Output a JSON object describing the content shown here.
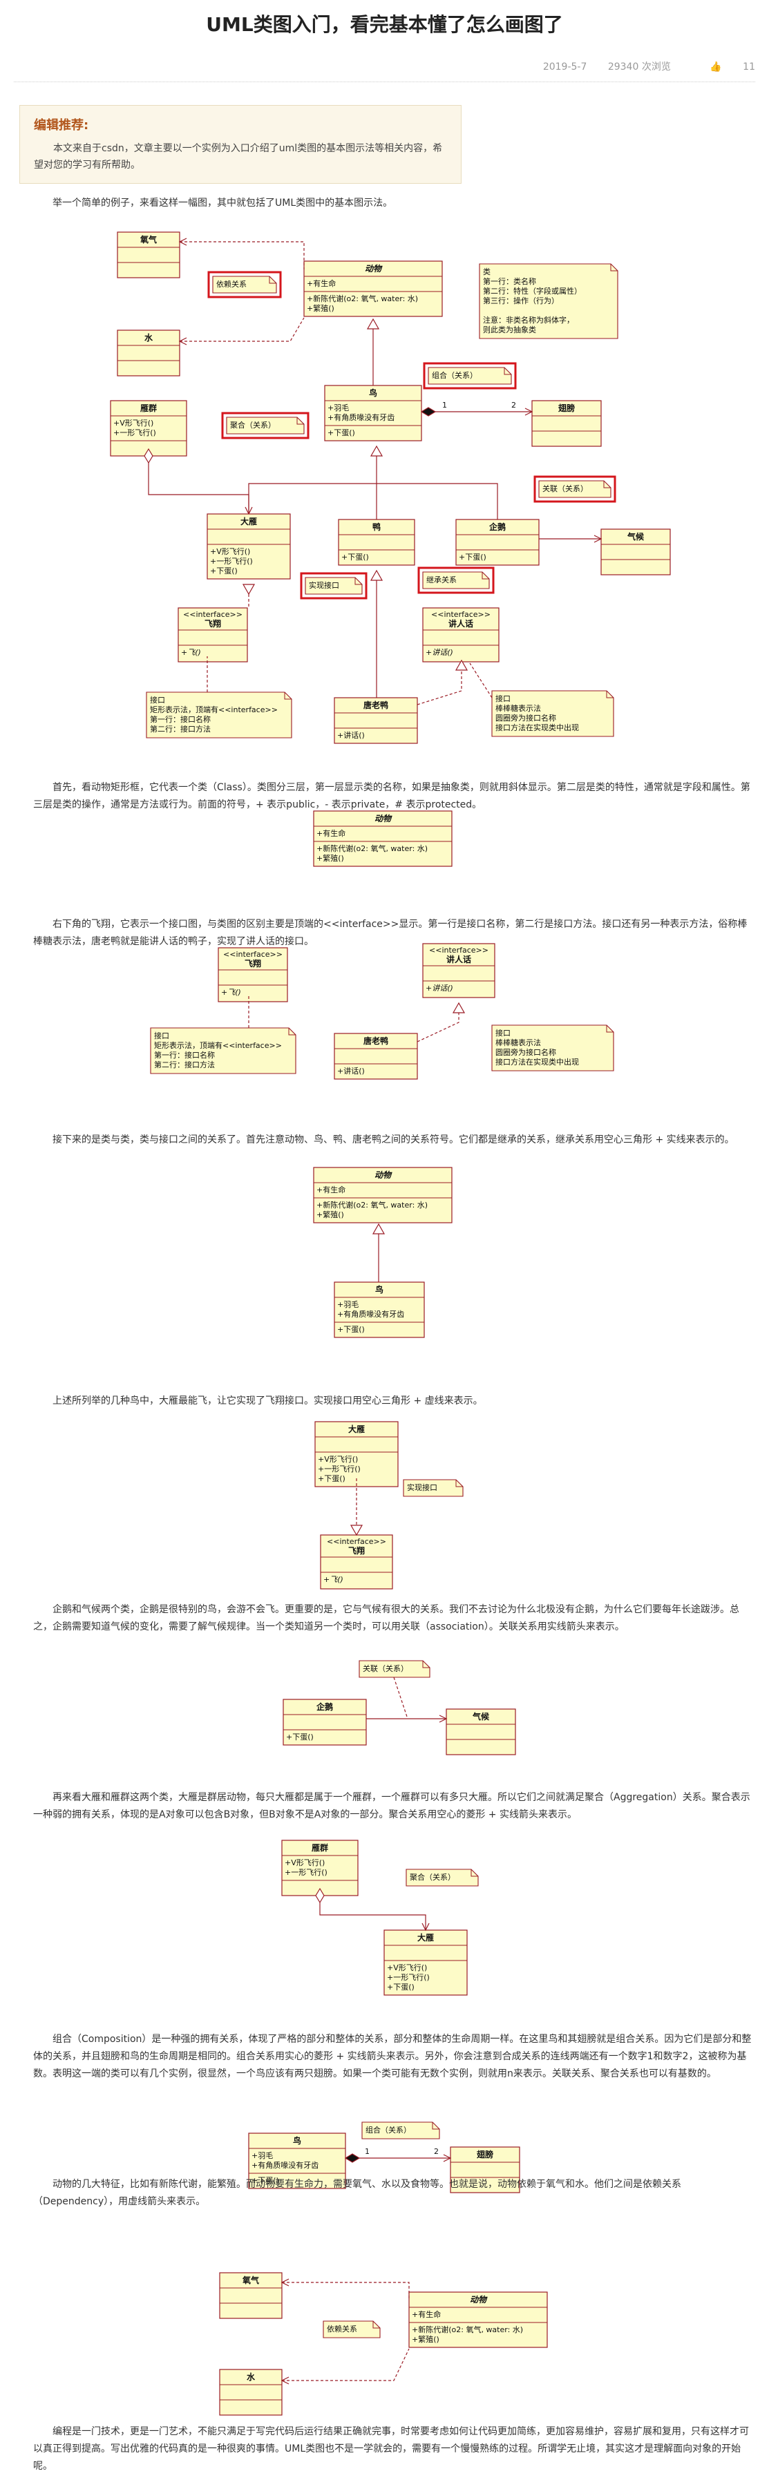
{
  "article": {
    "title": "UML类图入门，看完基本懂了怎么画图了",
    "date": "2019-5-7",
    "views": "29340 次浏览",
    "likes": "11"
  },
  "editor": {
    "heading": "编辑推荐:",
    "text": "本文来自于csdn，文章主要以一个实例为入口介绍了uml类图的基本图示法等相关内容，希望对您的学习有所帮助。"
  },
  "paragraphs": [
    "举一个简单的例子，来看这样一幅图，其中就包括了UML类图中的基本图示法。",
    "首先，看动物矩形框，它代表一个类（Class）。类图分三层，第一层显示类的名称，如果是抽象类，则就用斜体显示。第二层是类的特性，通常就是字段和属性。第三层是类的操作，通常是方法或行为。前面的符号，+ 表示public，- 表示private，# 表示protected。",
    "右下角的飞翔，它表示一个接口图，与类图的区别主要是顶端的<<interface>>显示。第一行是接口名称，第二行是接口方法。接口还有另一种表示方法，俗称棒棒糖表示法，唐老鸭就是能讲人话的鸭子，实现了讲人话的接口。",
    "接下来的是类与类，类与接口之间的关系了。首先注意动物、鸟、鸭、唐老鸭之间的关系符号。它们都是继承的关系，继承关系用空心三角形 + 实线来表示的。",
    "上述所列举的几种鸟中，大雁最能飞，让它实现了飞翔接口。实现接口用空心三角形 + 虚线来表示。",
    "企鹅和气候两个类，企鹅是很特别的鸟，会游不会飞。更重要的是，它与气候有很大的关系。我们不去讨论为什么北极没有企鹅，为什么它们要每年长途跋涉。总之，企鹅需要知道气候的变化，需要了解气候规律。当一个类知道另一个类时，可以用关联（association）。关联关系用实线箭头来表示。",
    "再来看大雁和雁群这两个类，大雁是群居动物，每只大雁都是属于一个雁群，一个雁群可以有多只大雁。所以它们之间就满足聚合（Aggregation）关系。聚合表示一种弱的拥有关系，体现的是A对象可以包含B对象，但B对象不是A对象的一部分。聚合关系用空心的菱形 + 实线箭头来表示。",
    "组合（Composition）是一种强的拥有关系，体现了严格的部分和整体的关系，部分和整体的生命周期一样。在这里鸟和其翅膀就是组合关系。因为它们是部分和整体的关系，并且翅膀和鸟的生命周期是相同的。组合关系用实心的菱形 + 实线箭头来表示。另外，你会注意到合成关系的连线两端还有一个数字1和数字2，这被称为基数。表明这一端的类可以有几个实例，很显然，一个鸟应该有两只翅膀。如果一个类可能有无数个实例，则就用n来表示。关联关系、聚合关系也可以有基数的。",
    "动物的几大特征，比如有新陈代谢，能繁殖。而动物要有生命力，需要氧气、水以及食物等。也就是说，动物依赖于氧气和水。他们之间是依赖关系（Dependency），用虚线箭头来表示。",
    "编程是一门技术，更是一门艺术，不能只满足于写完代码后运行结果正确就完事，时常要考虑如何让代码更加简练，更加容易维护，容易扩展和复用，只有这样才可以真正得到提高。写出优雅的代码真的是一种很爽的事情。UML类图也不是一学就会的，需要有一个慢慢熟练的过程。所谓学无止境，其实这才是理解面向对象的开始呢。"
  ],
  "uml": {
    "oxygen": "氧气",
    "water": "水",
    "animal": "动物",
    "animal_attr": "+有生命",
    "animal_op1": "+新陈代谢(o2: 氧气, water: 水)",
    "animal_op2": "+繁殖()",
    "class_note": [
      "类",
      "第一行：类名称",
      "第二行：特性（字段或属性）",
      "第三行：操作（行为）",
      "",
      "注意：非类名称为斜体字，",
      "则此类为抽象类"
    ],
    "bird": "鸟",
    "bird_attr1": "+羽毛",
    "bird_attr2": "+有角质喙没有牙齿",
    "bird_op": "+下蛋()",
    "wing": "翅膀",
    "flock": "雁群",
    "flock_op1": "+V形飞行()",
    "flock_op2": "+一形飞行()",
    "goose": "大雁",
    "goose_op1": "+V形飞行()",
    "goose_op2": "+一形飞行()",
    "goose_op3": "+下蛋()",
    "duck": "鸭",
    "duck_op": "+下蛋()",
    "penguin": "企鹅",
    "penguin_op": "+下蛋()",
    "climate": "气候",
    "stereotype": "<<interface>>",
    "fly": "飞翔",
    "fly_op": "+飞()",
    "speak": "讲人话",
    "speak_op": "+讲话()",
    "donald": "唐老鸭",
    "donald_op": "+讲话()",
    "note_dependency": "依赖关系",
    "note_composition": "组合（关系）",
    "note_aggregation": "聚合（关系）",
    "note_association": "关联（关系）",
    "note_realization": "实现接口",
    "note_inheritance": "继承关系",
    "note_interface1": [
      "接口",
      "矩形表示法，顶端有<<interface>>",
      "第一行：接口名称",
      "第二行：接口方法"
    ],
    "note_interface2": [
      "接口",
      "棒棒糖表示法",
      "圆圈旁为接口名称",
      "接口方法在实现类中出现"
    ],
    "mult_1": "1",
    "mult_2": "2"
  },
  "colors": {
    "box_fill": "#fdfbc8",
    "box_stroke": "#9a1b24",
    "highlight": "#d4161c",
    "editor_bg": "#fbf6e8",
    "editor_heading": "#b2561c"
  }
}
